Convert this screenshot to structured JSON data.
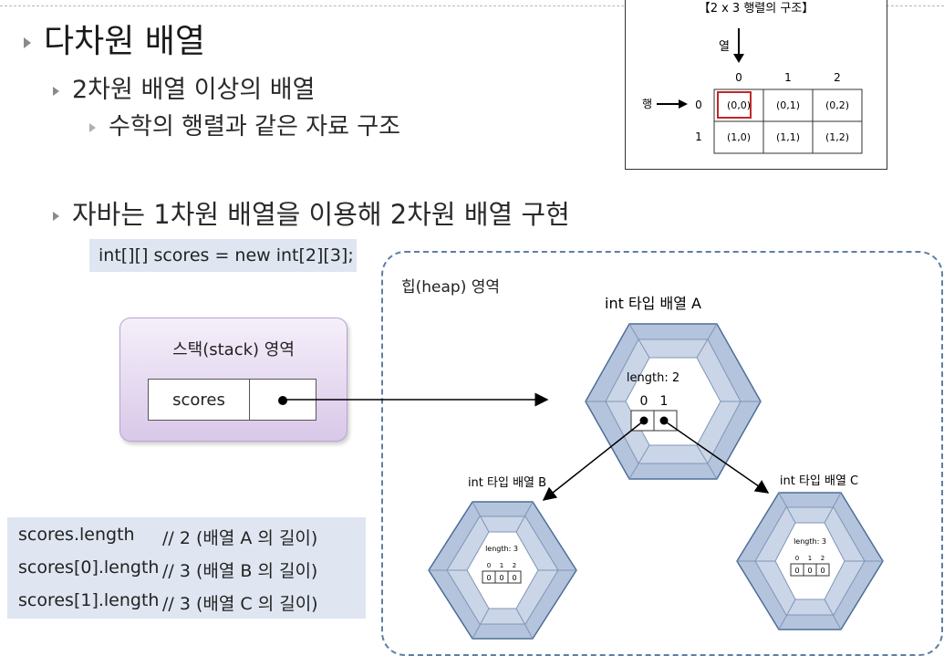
{
  "slide": {
    "title": "다차원 배열",
    "bullet1": "2차원 배열 이상의 배열",
    "bullet1_sub": "수학의 행렬과 같은 자료 구조",
    "bullet2": "자바는 1차원 배열을 이용해 2차원 배열 구현"
  },
  "matrix": {
    "title": "【2 x 3 행렬의 구조】",
    "col_label": "열",
    "row_label": "행",
    "col_indices": [
      "0",
      "1",
      "2"
    ],
    "row_indices": [
      "0",
      "1"
    ],
    "cells": [
      [
        "(0,0)",
        "(0,1)",
        "(0,2)"
      ],
      [
        "(1,0)",
        "(1,1)",
        "(1,2)"
      ]
    ]
  },
  "code": "int[][] scores = new int[2][3];",
  "stack": {
    "title": "스택(stack) 영역",
    "var_name": "scores"
  },
  "heap": {
    "title": "힙(heap) 영역",
    "array_a": {
      "label": "int 타입 배열 A",
      "length": "length: 2",
      "indices": [
        "0",
        "1"
      ]
    },
    "array_b": {
      "label": "int 타입 배열 B",
      "length": "length: 3",
      "indices": [
        "0",
        "1",
        "2"
      ],
      "values": [
        "0",
        "0",
        "0"
      ]
    },
    "array_c": {
      "label": "int 타입 배열 C",
      "length": "length: 3",
      "indices": [
        "0",
        "1",
        "2"
      ],
      "values": [
        "0",
        "0",
        "0"
      ]
    }
  },
  "lengths": [
    {
      "expr": "scores.length",
      "comment": "// 2 (배열 A 의 길이)"
    },
    {
      "expr": "scores[0].length",
      "comment": "// 3 (배열 B 의 길이)"
    },
    {
      "expr": "scores[1].length",
      "comment": "// 3 (배열 C 의 길이)"
    }
  ],
  "colors": {
    "hex_fill": "#b5c4dd",
    "hex_inner": "#ffffff",
    "hex_border": "#4d6e98",
    "stack_fill": "#e2d4f0",
    "code_bg": "#dfe6f1",
    "highlight": "#c0282a"
  }
}
